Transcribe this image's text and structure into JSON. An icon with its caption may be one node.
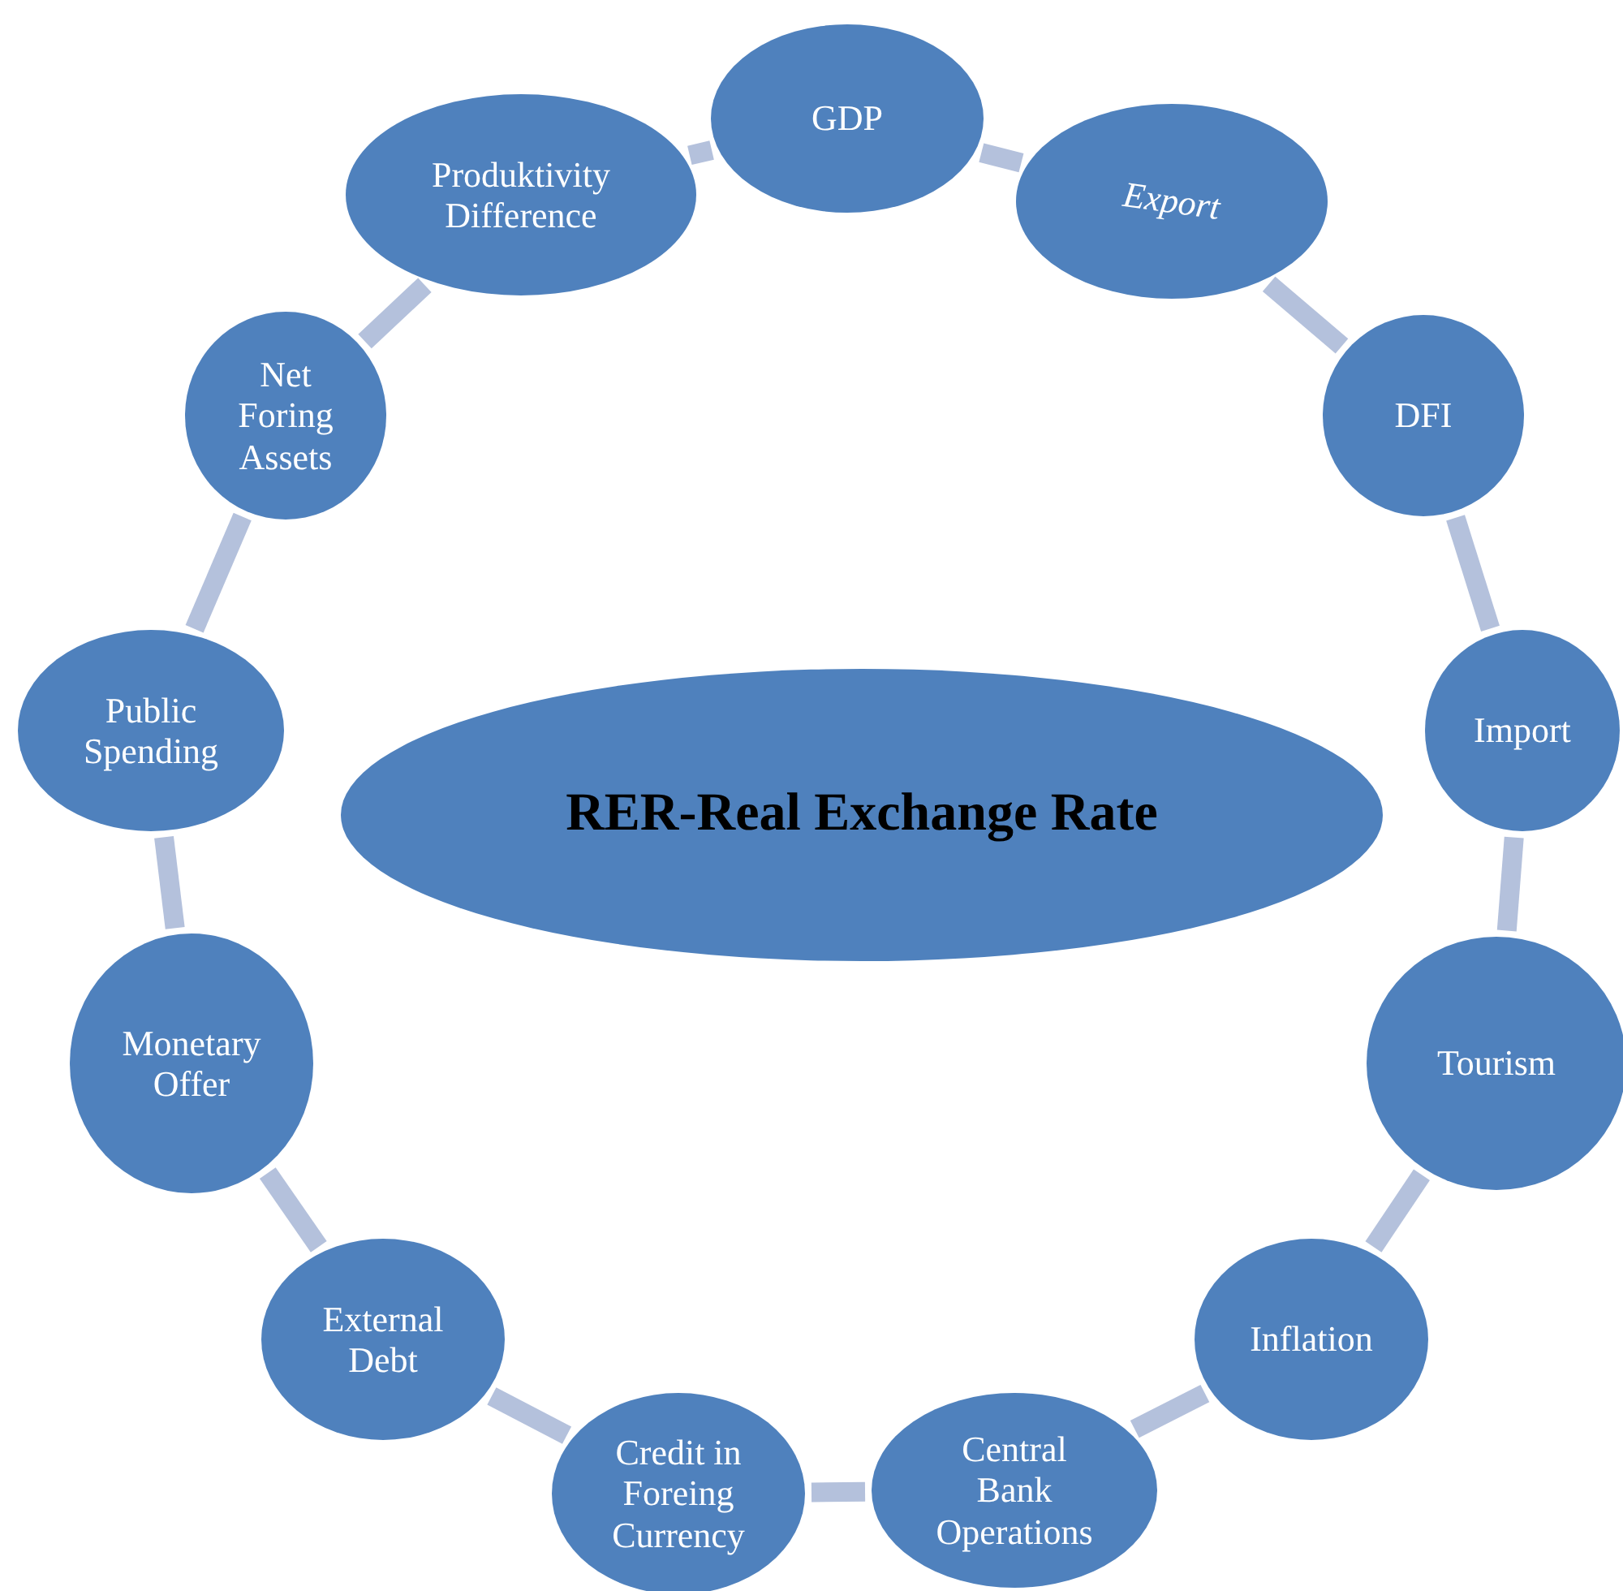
{
  "diagram": {
    "nodes": [
      {
        "text": [
          "RER-Real Exchange Rate"
        ]
      },
      {
        "text": [
          "GDP"
        ]
      },
      {
        "text": [
          "Export"
        ]
      },
      {
        "text": [
          "DFI"
        ]
      },
      {
        "text": [
          "Import"
        ]
      },
      {
        "text": [
          "Tourism"
        ]
      },
      {
        "text": [
          "Inflation"
        ]
      },
      {
        "text": [
          "Central Bank Operations"
        ]
      },
      {
        "text": [
          "Credit in Foreing Currency"
        ]
      },
      {
        "text": [
          "External Debt"
        ]
      },
      {
        "text": [
          "Monetary Offer"
        ]
      },
      {
        "text": [
          "Public Spending"
        ]
      },
      {
        "text": [
          "Net Foring Assets"
        ]
      },
      {
        "text": [
          "Produktivity Difference"
        ]
      }
    ],
    "edges": [
      {
        "from": 1,
        "to": 2,
        "arrow": "none"
      },
      {
        "from": 2,
        "to": 3,
        "arrow": "none"
      },
      {
        "from": 3,
        "to": 4,
        "arrow": "none"
      },
      {
        "from": 4,
        "to": 5,
        "arrow": "none"
      },
      {
        "from": 5,
        "to": 6,
        "arrow": "none"
      },
      {
        "from": 6,
        "to": 7,
        "arrow": "none"
      },
      {
        "from": 7,
        "to": 8,
        "arrow": "none"
      },
      {
        "from": 8,
        "to": 9,
        "arrow": "none"
      },
      {
        "from": 9,
        "to": 10,
        "arrow": "none"
      },
      {
        "from": 10,
        "to": 11,
        "arrow": "none"
      },
      {
        "from": 11,
        "to": 12,
        "arrow": "none"
      },
      {
        "from": 12,
        "to": 13,
        "arrow": "none"
      },
      {
        "from": 13,
        "to": 1,
        "arrow": "none"
      }
    ]
  }
}
